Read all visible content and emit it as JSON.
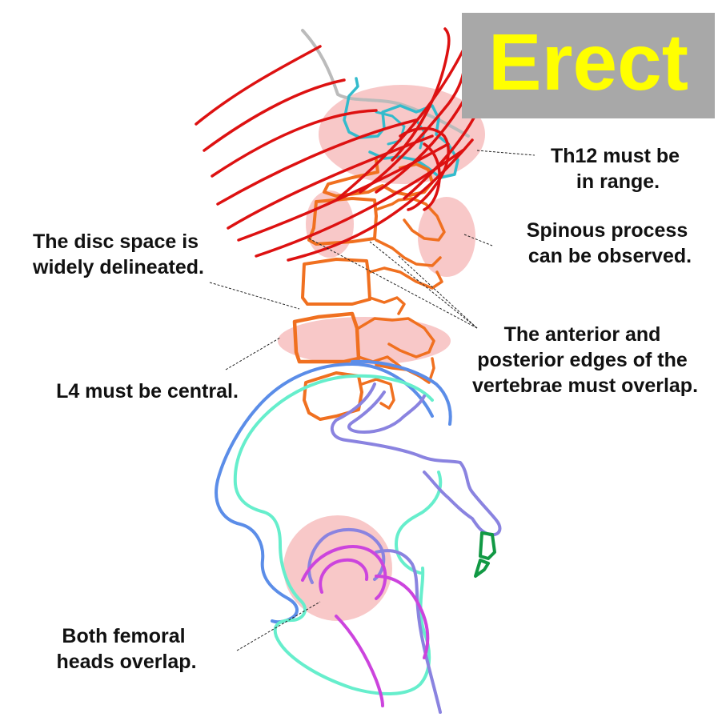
{
  "badge": {
    "text": "Erect",
    "bg_color": "#a8a8a8",
    "text_color": "#ffff00"
  },
  "annotations": [
    {
      "id": "th12",
      "lines": [
        "Th12 must be",
        "in range."
      ]
    },
    {
      "id": "spinous",
      "lines": [
        "Spinous process",
        "can be observed."
      ]
    },
    {
      "id": "disc",
      "lines": [
        "The disc space is",
        "widely delineated."
      ]
    },
    {
      "id": "edges",
      "lines": [
        "The anterior and",
        "posterior edges of the",
        "vertebrae must overlap."
      ]
    },
    {
      "id": "l4",
      "lines": [
        "L4 must be central."
      ]
    },
    {
      "id": "femoral",
      "lines": [
        "Both femoral",
        "heads overlap."
      ]
    }
  ],
  "colors": {
    "ribs": "#dd1111",
    "thoracic_vertebra": "#33bbcc",
    "lumbar_vertebrae": "#f07020",
    "highlight": "#f4a3a3",
    "pelvis_outline_blue": "#5b8de8",
    "pelvis_outline_cyan": "#66eecc",
    "sacrum_purple": "#8a83e0",
    "femur_magenta": "#cc44dd",
    "coccyx_green": "#119944",
    "spine_gray": "#bbbbbb"
  }
}
